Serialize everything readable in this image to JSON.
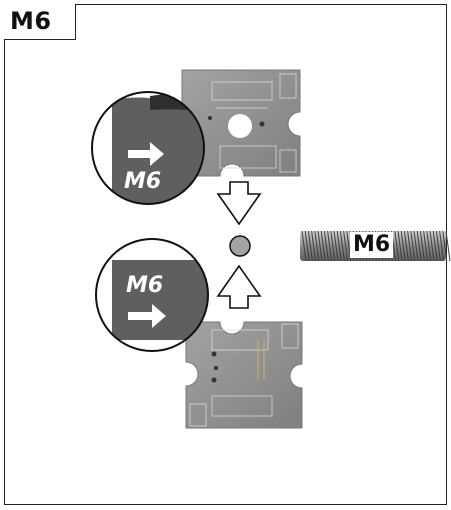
{
  "title_tag": "M6",
  "rod_label": "M6",
  "upper_callout_text": "M6",
  "lower_callout_text": "M6",
  "colors": {
    "plate": "#8d8d8d",
    "plate_dark": "#6e6e6e",
    "plate_light": "#bdbdbd",
    "rod": "#9a9a9a",
    "line": "#111111"
  },
  "icons": [
    "arrow-right-icon",
    "arrow-down-outline-icon",
    "arrow-up-outline-icon",
    "threaded-rod-icon",
    "cutting-die-plate"
  ]
}
